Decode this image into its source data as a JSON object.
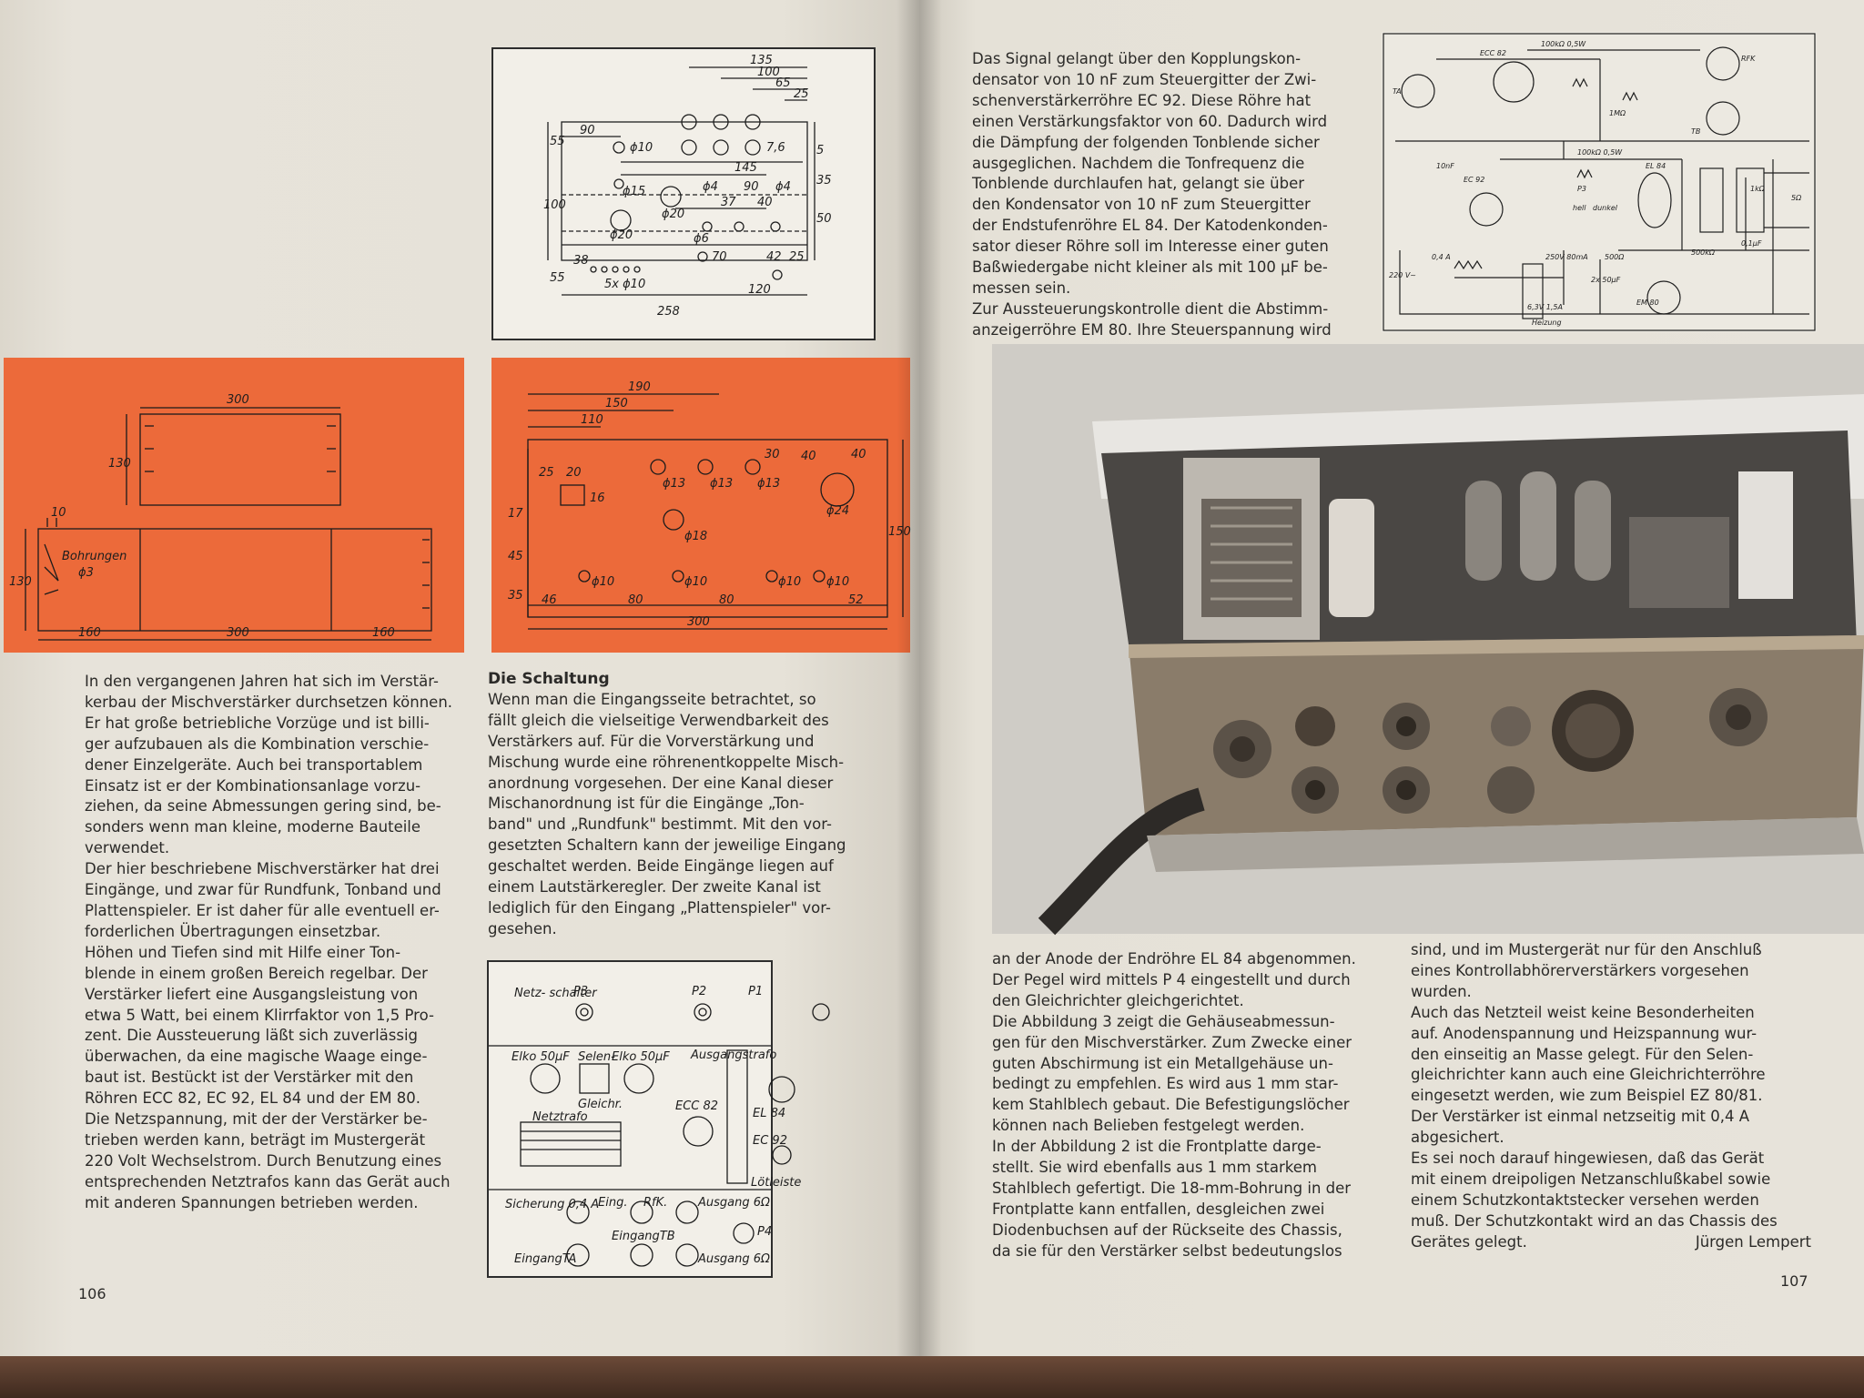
{
  "left_page": {
    "intro_lines": [
      "In den vergangenen Jahren hat sich im Verstär-",
      "kerbau der Mischverstärker durchsetzen können.",
      "Er hat große betriebliche Vorzüge und ist billi-",
      "ger aufzubauen als die Kombination verschie-",
      "dener Einzelgeräte. Auch bei transportablem",
      "Einsatz ist er der Kombinationsanlage vorzu-",
      "ziehen, da seine Abmessungen gering sind, be-",
      "sonders wenn man kleine, moderne Bauteile",
      "verwendet.",
      "Der hier beschriebene Mischverstärker hat drei",
      "Eingänge, und zwar für Rundfunk, Tonband und",
      "Plattenspieler. Er ist daher für alle eventuell er-",
      "forderlichen Übertragungen einsetzbar.",
      "Höhen und Tiefen sind mit Hilfe einer Ton-",
      "blende in einem großen Bereich regelbar. Der",
      "Verstärker liefert eine Ausgangsleistung von",
      "etwa 5 Watt, bei einem Klirrfaktor von 1,5 Pro-",
      "zent. Die Aussteuerung läßt sich zuverlässig",
      "überwachen, da eine magische Waage einge-",
      "baut ist. Bestückt ist der Verstärker mit den",
      "Röhren ECC 82, EC 92, EL 84 und der EM 80.",
      "Die Netzspannung, mit der der Verstärker be-",
      "trieben werden kann, beträgt im Mustergerät",
      "220 Volt Wechselstrom. Durch Benutzung eines",
      "entsprechenden Netztrafos kann das Gerät auch",
      "mit anderen Spannungen betrieben werden."
    ],
    "schaltung_heading": "Die Schaltung",
    "schaltung_lines": [
      "Wenn man die Eingangsseite betrachtet, so",
      "fällt gleich die vielseitige Verwendbarkeit des",
      "Verstärkers auf. Für die Vorverstärkung und",
      "Mischung wurde eine röhrenentkoppelte Misch-",
      "anordnung vorgesehen. Der eine Kanal dieser",
      "Mischanordnung ist für die Eingänge „Ton-",
      "band\" und „Rundfunk\" bestimmt. Mit den vor-",
      "gesetzten Schaltern kann der jeweilige Eingang",
      "geschaltet werden. Beide Eingänge liegen auf",
      "einem Lautstärkeregler. Der zweite Kanal ist",
      "lediglich für den Eingang „Plattenspieler\" vor-",
      "gesehen."
    ],
    "page_number": "106",
    "housing_drawing": {
      "dims": [
        "300",
        "130",
        "10",
        "130",
        "160",
        "300",
        "160"
      ],
      "bohrungen_label": "Bohrungen",
      "bohrungen_dia": "ϕ3"
    },
    "front_drawing": {
      "dims": [
        "190",
        "150",
        "110",
        "25",
        "20",
        "16",
        "30",
        "40",
        "40",
        "17",
        "45",
        "35",
        "150",
        "46",
        "80",
        "80",
        "52",
        "300"
      ],
      "holes": [
        "ϕ13",
        "ϕ13",
        "ϕ13",
        "ϕ24",
        "ϕ18",
        "ϕ10",
        "ϕ10",
        "ϕ10",
        "ϕ10"
      ]
    },
    "chassis_drawing": {
      "dims": [
        "135",
        "100",
        "65",
        "25",
        "90",
        "145",
        "90",
        "37",
        "40",
        "38",
        "70",
        "42",
        "25",
        "120",
        "258",
        "55",
        "100",
        "55",
        "5",
        "50",
        "35"
      ],
      "holes": [
        "ϕ10",
        "ϕ15",
        "ϕ20",
        "ϕ20",
        "ϕ4",
        "ϕ4",
        "ϕ6",
        "5x ϕ10",
        "7,6"
      ]
    },
    "layout_drawing": {
      "netzschalter": "Netz-\nschalter",
      "pots": [
        "P3",
        "P2",
        "P1"
      ],
      "elko1": "Elko 50µF",
      "selen": "Selen-",
      "gleichr": "Gleichr.",
      "elko2": "Elko 50µF",
      "netztrafo": "Netztrafo",
      "ecc82": "ECC 82",
      "el84": "EL 84",
      "ec92": "EC 92",
      "loetleiste": "Lötleiste",
      "ausgangstrafo": "Ausgangstrafo",
      "sicherung": "Sicherung\n0,4 A",
      "eing": "Eing.",
      "rfk": "RfK.",
      "ausgang1": "Ausgang 6Ω",
      "p4": "P4",
      "eingang_tb": "EingangTB",
      "eingang_ta": "EingangTA",
      "ausgang2": "Ausgang 6Ω"
    }
  },
  "right_page": {
    "top_lines": [
      "Das Signal gelangt über den Kopplungskon-",
      "densator von 10 nF zum Steuergitter der Zwi-",
      "schenverstärkerröhre EC 92. Diese Röhre hat",
      "einen Verstärkungsfaktor von 60. Dadurch wird",
      "die Dämpfung der folgenden Tonblende sicher",
      "ausgeglichen. Nachdem die Tonfrequenz die",
      "Tonblende durchlaufen hat, gelangt sie über",
      "den Kondensator von 10 nF zum Steuergitter",
      "der Endstufenröhre EL 84. Der Katodenkonden-",
      "sator dieser Röhre soll im Interesse einer guten",
      "Baßwiedergabe nicht kleiner als mit 100 µF be-",
      "messen sein.",
      "Zur Aussteuerungskontrolle dient die Abstimm-",
      "anzeigerröhre EM 80. Ihre Steuerspannung wird"
    ],
    "col1_lines": [
      "an der Anode der Endröhre EL 84 abgenommen.",
      "Der Pegel wird mittels P 4 eingestellt und durch",
      "den Gleichrichter gleichgerichtet.",
      "Die Abbildung 3 zeigt die Gehäuseabmessun-",
      "gen für den Mischverstärker. Zum Zwecke einer",
      "guten Abschirmung ist ein Metallgehäuse un-",
      "bedingt zu empfehlen. Es wird aus 1 mm star-",
      "kem Stahlblech gebaut. Die Befestigungslöcher",
      "können nach Belieben festgelegt werden.",
      "In der Abbildung 2 ist die Frontplatte darge-",
      "stellt. Sie wird ebenfalls aus 1 mm starkem",
      "Stahlblech gefertigt. Die 18-mm-Bohrung in der",
      "Frontplatte kann entfallen, desgleichen zwei",
      "Diodenbuchsen auf der Rückseite des Chassis,",
      "da sie für den Verstärker selbst bedeutungslos"
    ],
    "col2_lines": [
      "sind, und im Mustergerät nur für den Anschluß",
      "eines Kontrollabhörerverstärkers vorgesehen",
      "wurden.",
      "Auch das Netzteil weist keine Besonderheiten",
      "auf. Anodenspannung und Heizspannung wur-",
      "den einseitig an Masse gelegt. Für den Selen-",
      "gleichrichter kann auch eine Gleichrichterröhre",
      "eingesetzt werden, wie zum Beispiel EZ 80/81.",
      "Der Verstärker ist einmal netzseitig mit 0,4 A",
      "abgesichert.",
      "Es sei noch darauf hingewiesen, daß das Gerät",
      "mit einem dreipoligen Netzanschlußkabel sowie",
      "einem Schutzkontaktstecker versehen werden",
      "muß. Der Schutzkontakt wird an das Chassis des",
      "Gerätes gelegt."
    ],
    "author": "Jürgen Lempert",
    "page_number": "107",
    "schematic_labels": {
      "ecc82": "ECC 82",
      "ec92": "EC 92",
      "el84": "EL 84",
      "em80": "EM 80",
      "ta": "TA",
      "tb": "TB",
      "rfk": "RFK",
      "p3": "P3",
      "hell": "hell",
      "dunkel": "dunkel",
      "heizung": "Heizung",
      "fuse": "0,4 A",
      "mains": "220 V~",
      "r1": "100kΩ 0,5W",
      "r2": "100kΩ 0,5W",
      "r3": "250V 80mA",
      "r4": "500Ω",
      "r5": "2x 50µF",
      "r6": "6,3V 1,5A",
      "out": "5Ω",
      "c1": "10nF",
      "r7": "1MΩ",
      "r8": "1kΩ",
      "r9": "0,1µF",
      "r10": "500kΩ"
    }
  }
}
